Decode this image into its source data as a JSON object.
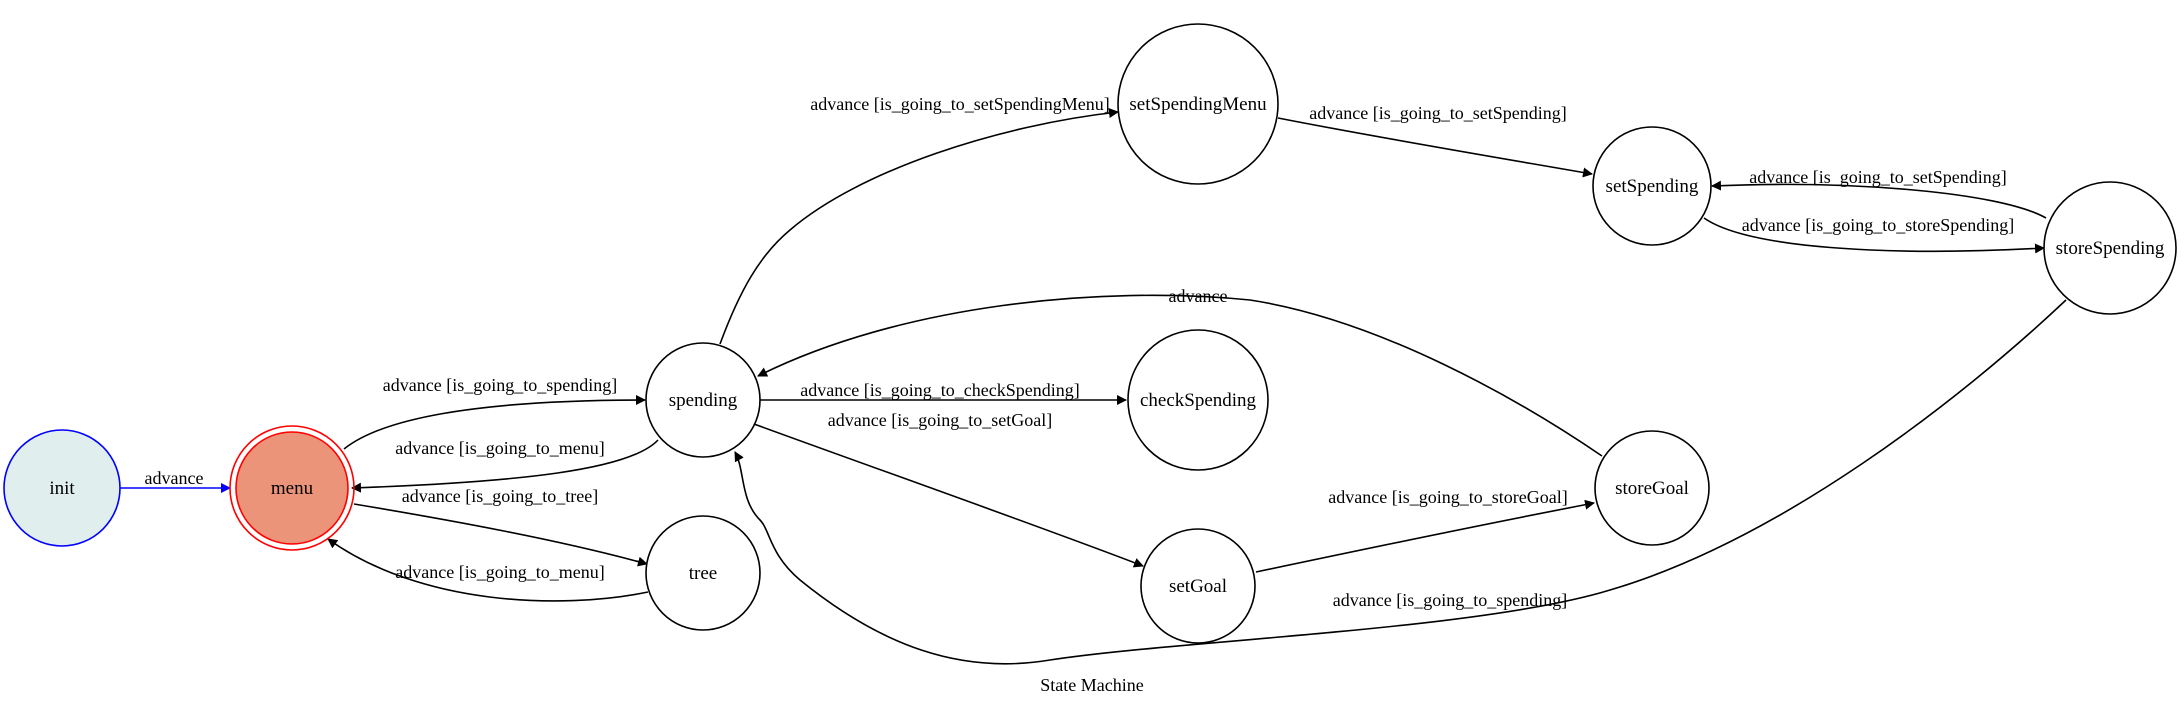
{
  "diagram": {
    "caption": "State Machine",
    "colors": {
      "initial_fill": "#e0eeee",
      "initial_stroke": "#0000ff",
      "current_fill": "#eb9479",
      "current_stroke": "#ff0000",
      "default_fill": "#ffffff",
      "default_stroke": "#000000",
      "init_edge": "#0000ff"
    },
    "states": [
      {
        "id": "init",
        "label": "init",
        "kind": "initial"
      },
      {
        "id": "menu",
        "label": "menu",
        "kind": "current"
      },
      {
        "id": "spending",
        "label": "spending",
        "kind": "normal"
      },
      {
        "id": "tree",
        "label": "tree",
        "kind": "normal"
      },
      {
        "id": "setSpendingMenu",
        "label": "setSpendingMenu",
        "kind": "normal"
      },
      {
        "id": "checkSpending",
        "label": "checkSpending",
        "kind": "normal"
      },
      {
        "id": "setGoal",
        "label": "setGoal",
        "kind": "normal"
      },
      {
        "id": "setSpending",
        "label": "setSpending",
        "kind": "normal"
      },
      {
        "id": "storeGoal",
        "label": "storeGoal",
        "kind": "normal"
      },
      {
        "id": "storeSpending",
        "label": "storeSpending",
        "kind": "normal"
      }
    ],
    "transitions": [
      {
        "from": "init",
        "to": "menu",
        "label": "advance"
      },
      {
        "from": "menu",
        "to": "spending",
        "label": "advance [is_going_to_spending]"
      },
      {
        "from": "spending",
        "to": "menu",
        "label": "advance [is_going_to_menu]"
      },
      {
        "from": "menu",
        "to": "tree",
        "label": "advance [is_going_to_tree]"
      },
      {
        "from": "tree",
        "to": "menu",
        "label": "advance [is_going_to_menu]"
      },
      {
        "from": "spending",
        "to": "setSpendingMenu",
        "label": "advance [is_going_to_setSpendingMenu]"
      },
      {
        "from": "spending",
        "to": "checkSpending",
        "label": "advance [is_going_to_checkSpending]"
      },
      {
        "from": "spending",
        "to": "setGoal",
        "label": "advance [is_going_to_setGoal]"
      },
      {
        "from": "setSpendingMenu",
        "to": "setSpending",
        "label": "advance [is_going_to_setSpending]"
      },
      {
        "from": "storeSpending",
        "to": "setSpending",
        "label": "advance [is_going_to_setSpending]"
      },
      {
        "from": "setSpending",
        "to": "storeSpending",
        "label": "advance [is_going_to_storeSpending]"
      },
      {
        "from": "storeGoal",
        "to": "spending",
        "label": "advance"
      },
      {
        "from": "setGoal",
        "to": "storeGoal",
        "label": "advance [is_going_to_storeGoal]"
      },
      {
        "from": "storeSpending",
        "to": "spending",
        "label": "advance [is_going_to_spending]"
      }
    ]
  }
}
